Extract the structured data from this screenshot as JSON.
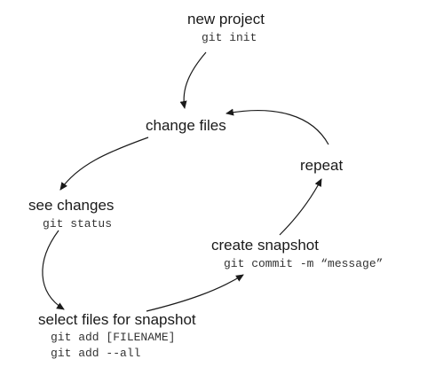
{
  "colors": {
    "text": "#1a1a1a",
    "command_text": "#333333",
    "arrow": "#1a1a1a",
    "background": "#ffffff"
  },
  "nodes": {
    "new_project": {
      "label": "new project",
      "commands": [
        "git init"
      ]
    },
    "change_files": {
      "label": "change files"
    },
    "see_changes": {
      "label": "see changes",
      "commands": [
        "git status"
      ]
    },
    "select_files": {
      "label": "select files for snapshot",
      "commands": [
        "git add [FILENAME]",
        "git add --all"
      ]
    },
    "create_snapshot": {
      "label": "create snapshot",
      "commands": [
        "git commit -m “message”"
      ]
    },
    "repeat": {
      "label": "repeat"
    }
  },
  "edges": [
    {
      "from": "new_project",
      "to": "change_files"
    },
    {
      "from": "change_files",
      "to": "see_changes"
    },
    {
      "from": "see_changes",
      "to": "select_files"
    },
    {
      "from": "select_files",
      "to": "create_snapshot"
    },
    {
      "from": "create_snapshot",
      "to": "repeat"
    },
    {
      "from": "repeat",
      "to": "change_files"
    }
  ]
}
